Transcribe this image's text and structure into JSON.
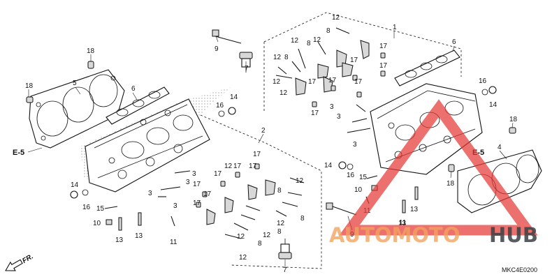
{
  "callouts": {
    "c1": "1",
    "c2": "2",
    "c3a": "3",
    "c3b": "3",
    "c3c": "3",
    "c3d": "3",
    "c3e": "3",
    "c3f": "3",
    "c3g": "3",
    "c4": "4",
    "c5": "5",
    "c6a": "6",
    "c6b": "6",
    "c7a": "7",
    "c7b": "7",
    "c8a": "8",
    "c8b": "8",
    "c8c": "8",
    "c8d": "8",
    "c8e": "8",
    "c8f": "8",
    "c8g": "8",
    "c9a": "9",
    "c9b": "9",
    "c10a": "10",
    "c10b": "10",
    "c11a": "11",
    "c11b": "11",
    "c11c": "11",
    "c12a": "12",
    "c12b": "12",
    "c12c": "12",
    "c12d": "12",
    "c12e": "12",
    "c12f": "12",
    "c12g": "12",
    "c12h": "12",
    "c12i": "12",
    "c12j": "12",
    "c12k": "12",
    "c12l": "12",
    "c13a": "13",
    "c13b": "13",
    "c13c": "13",
    "c13d": "13",
    "c14a": "14",
    "c14b": "14",
    "c14c": "14",
    "c14d": "14",
    "c15a": "15",
    "c15b": "15",
    "c16a": "16",
    "c16b": "16",
    "c16c": "16",
    "c16d": "16",
    "c17a": "17",
    "c17b": "17",
    "c17c": "17",
    "c17d": "17",
    "c17e": "17",
    "c17f": "17",
    "c17g": "17",
    "c17h": "17",
    "c17i": "17",
    "c17j": "17",
    "c17k": "17",
    "c17l": "17",
    "c17m": "17",
    "c17n": "17",
    "c18a": "18",
    "c18b": "18",
    "c18c": "18",
    "c18d": "18"
  },
  "refs": {
    "e5_left": "E-5",
    "e5_right": "E-5"
  },
  "direction_label": "FR.",
  "diagram_code": "MKC4E0200",
  "watermark": {
    "part1": "AUTOMOTO",
    "part2": "HUB",
    "colors": {
      "orange": "#f2a35f",
      "dark": "#3b3f44",
      "red": "#e53935"
    }
  }
}
